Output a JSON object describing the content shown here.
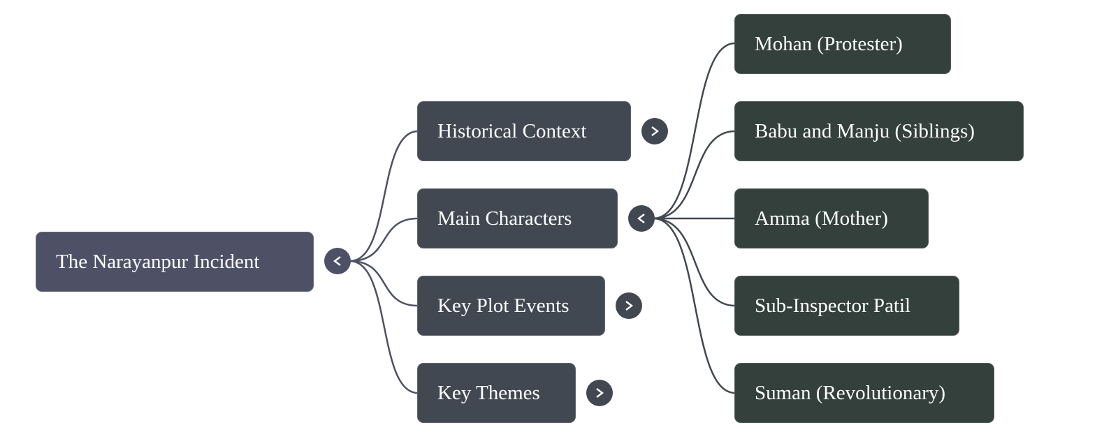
{
  "colors": {
    "root": "#4e5166",
    "branch": "#414852",
    "leaf": "#33403c",
    "edge_root": "#4e5166",
    "edge_branch": "#414852",
    "text": "#ffffff"
  },
  "root": {
    "label": "The Narayanpur Incident",
    "toggle_icon": "chevron-left-icon",
    "expanded": true
  },
  "branches": [
    {
      "label": "Historical Context",
      "toggle_icon": "chevron-right-icon",
      "expanded": false
    },
    {
      "label": "Main Characters",
      "toggle_icon": "chevron-left-icon",
      "expanded": true,
      "children": [
        {
          "label": "Mohan (Protester)"
        },
        {
          "label": "Babu and Manju (Siblings)"
        },
        {
          "label": "Amma (Mother)"
        },
        {
          "label": "Sub-Inspector Patil"
        },
        {
          "label": "Suman (Revolutionary)"
        }
      ]
    },
    {
      "label": "Key Plot Events",
      "toggle_icon": "chevron-right-icon",
      "expanded": false
    },
    {
      "label": "Key Themes",
      "toggle_icon": "chevron-right-icon",
      "expanded": false
    }
  ]
}
